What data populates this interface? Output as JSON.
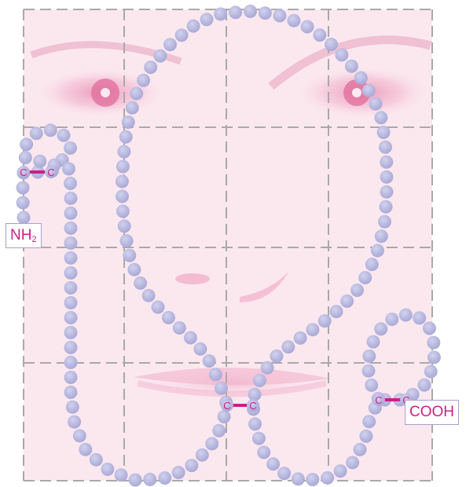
{
  "colors": {
    "background": "#fbe8ef",
    "grid": "#a9a9a9",
    "bead": "#bbbbe0",
    "bead_dark": "#a9a9d6",
    "carbon_text": "#cc1f86",
    "bond": "#cc1f86",
    "label_border": "#a99ed0"
  },
  "labels": {
    "amino": {
      "main": "NH",
      "sub": "2"
    },
    "carboxyl": "COOH",
    "carbon": "C"
  },
  "grid": {
    "columns": 4,
    "rows": 4,
    "style": "dashed"
  }
}
